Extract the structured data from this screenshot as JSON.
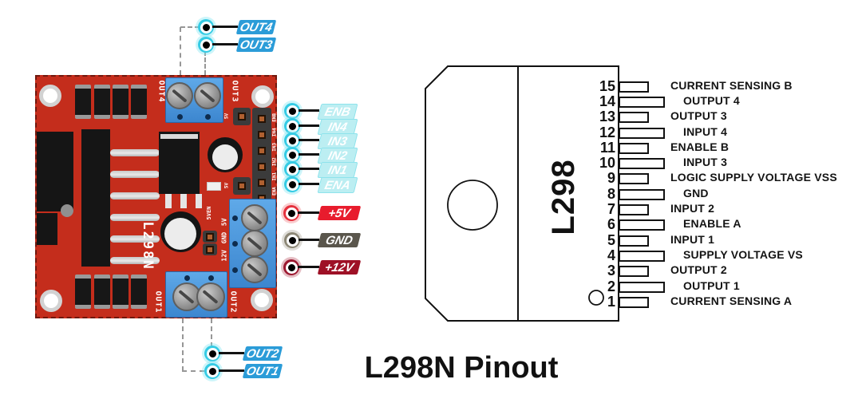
{
  "title": "L298N Pinout",
  "board": {
    "terminal_labels": {
      "top_left": "OUT4",
      "top_right": "OUT3",
      "bottom_left": "OUT1",
      "bottom_right": "OUT2"
    },
    "silkscreen": {
      "chip": "L298N",
      "jumper": "5VEN",
      "power_column": "12V GND 5V",
      "header_top": "5V",
      "header_bottom": "5V",
      "header_signals": "ENA IN1 IN2 IN3 IN4 ENB"
    }
  },
  "callouts": {
    "out4": "OUT4",
    "out3": "OUT3",
    "signals": [
      "ENB",
      "IN4",
      "IN3",
      "IN2",
      "IN1",
      "ENA"
    ],
    "power": [
      {
        "label": "+5V",
        "box_color": "#e81c2d",
        "ring_color": "#e5303c"
      },
      {
        "label": "GND",
        "box_color": "#5a564c",
        "ring_color": "#8c8776"
      },
      {
        "label": "+12V",
        "box_color": "#9e1126",
        "ring_color": "#9c1830"
      }
    ],
    "out2": "OUT2",
    "out1": "OUT1"
  },
  "chip": {
    "name": "L298",
    "pins": [
      {
        "n": "15",
        "label": "CURRENT SENSING B"
      },
      {
        "n": "14",
        "label": "OUTPUT 4"
      },
      {
        "n": "13",
        "label": "OUTPUT 3"
      },
      {
        "n": "12",
        "label": "INPUT 4"
      },
      {
        "n": "11",
        "label": "ENABLE B"
      },
      {
        "n": "10",
        "label": "INPUT 3"
      },
      {
        "n": "9",
        "label": "LOGIC SUPPLY VOLTAGE VSS"
      },
      {
        "n": "8",
        "label": "GND"
      },
      {
        "n": "7",
        "label": "INPUT 2"
      },
      {
        "n": "6",
        "label": "ENABLE A"
      },
      {
        "n": "5",
        "label": "INPUT 1"
      },
      {
        "n": "4",
        "label": "SUPPLY VOLTAGE VS"
      },
      {
        "n": "3",
        "label": "OUTPUT 2"
      },
      {
        "n": "2",
        "label": "OUTPUT 1"
      },
      {
        "n": "1",
        "label": "CURRENT SENSING A"
      }
    ]
  },
  "colors": {
    "pcb_red": "#c42d1c",
    "terminal_blue": "#3e8ed8",
    "signal_tag_blue": "#2b9cd8",
    "signal_tag_cyan": "#bceef2",
    "dot_cyan": "#35cbe4"
  }
}
